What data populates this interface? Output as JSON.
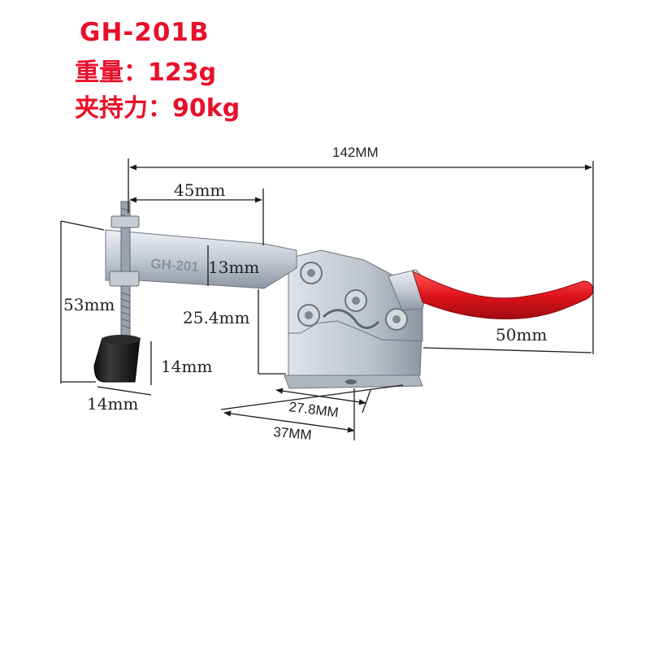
{
  "specs": {
    "model": "GH-201B",
    "weight": "重量：123g",
    "clamp_force": "夹持力：90kg"
  },
  "dimensions": {
    "overall_length": "142MM",
    "arm_reach": "45mm",
    "arm_thickness": "13mm",
    "base_height": "25.4mm",
    "spindle_height": "53mm",
    "pad_height": "14mm",
    "pad_width": "14mm",
    "handle_length": "50mm",
    "base_inner_width": "27.8MM",
    "base_outer_width": "37MM"
  },
  "product": {
    "arm_stamp": "GH-201"
  },
  "colors": {
    "title_text": "#e8102a",
    "handle_grip": "#e0141c",
    "metal": "#c9ced6",
    "rubber_pad": "#1c1c1c",
    "dimension_line": "#1a1a1a"
  }
}
